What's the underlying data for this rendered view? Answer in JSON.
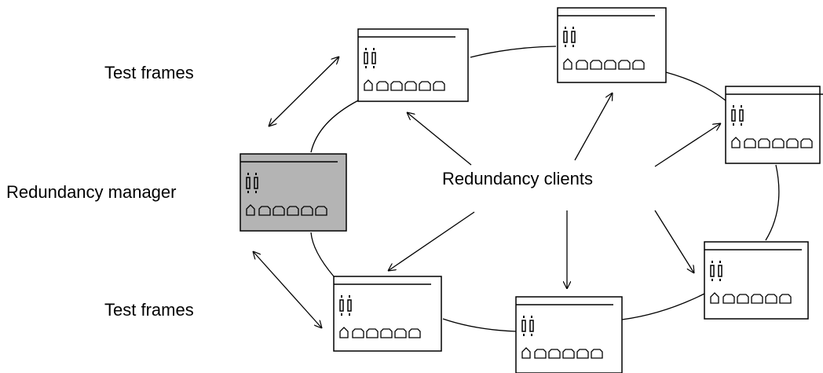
{
  "labels": {
    "test_frames_top": "Test frames",
    "test_frames_bottom": "Test frames",
    "redundancy_manager": "Redundancy manager",
    "redundancy_clients": "Redundancy clients"
  },
  "devices": [
    {
      "role": "client",
      "id": "client-1"
    },
    {
      "role": "client",
      "id": "client-2"
    },
    {
      "role": "client",
      "id": "client-3"
    },
    {
      "role": "client",
      "id": "client-4"
    },
    {
      "role": "client",
      "id": "client-5"
    },
    {
      "role": "client",
      "id": "client-6"
    },
    {
      "role": "manager",
      "id": "manager"
    }
  ],
  "colors": {
    "manager_fill": "#b4b4b4",
    "client_fill": "#ffffff",
    "stroke": "#000000"
  }
}
